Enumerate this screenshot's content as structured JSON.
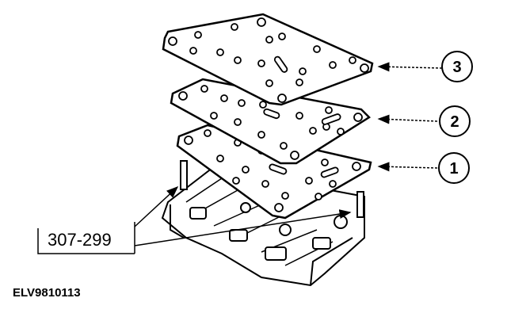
{
  "callouts": [
    {
      "num": "3"
    },
    {
      "num": "2"
    },
    {
      "num": "1"
    }
  ],
  "tool_label": "307-299",
  "figure_id": "ELV9810113"
}
